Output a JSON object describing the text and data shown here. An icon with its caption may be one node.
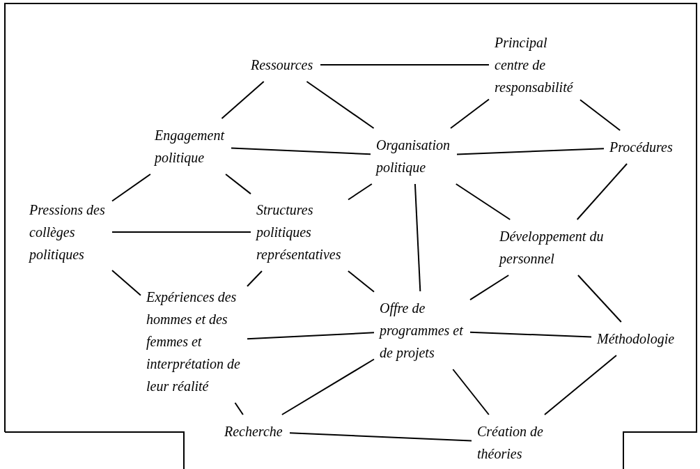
{
  "diagram": {
    "nodes": [
      {
        "text": [
          "Ressources"
        ]
      },
      {
        "text": [
          "Principal centre de responsabilité"
        ]
      },
      {
        "text": [
          "Engagement politique"
        ]
      },
      {
        "text": [
          "Organisation politique"
        ]
      },
      {
        "text": [
          "Procédures"
        ]
      },
      {
        "text": [
          "Pressions des collèges politiques"
        ]
      },
      {
        "text": [
          "Structures politiques représentatives"
        ]
      },
      {
        "text": [
          "Développement du personnel"
        ]
      },
      {
        "text": [
          "Expériences des hommes et des femmes et interprétation de leur réalité"
        ]
      },
      {
        "text": [
          "Offre de programmes et de projets"
        ]
      },
      {
        "text": [
          "Méthodologie"
        ]
      },
      {
        "text": [
          "Recherche"
        ]
      },
      {
        "text": [
          "Création de théories"
        ]
      }
    ],
    "edges": [
      {
        "from": 0,
        "to": 1,
        "arrow": "none"
      },
      {
        "from": 0,
        "to": 2,
        "arrow": "none"
      },
      {
        "from": 0,
        "to": 3,
        "arrow": "none"
      },
      {
        "from": 1,
        "to": 3,
        "arrow": "none"
      },
      {
        "from": 1,
        "to": 4,
        "arrow": "none"
      },
      {
        "from": 2,
        "to": 3,
        "arrow": "none"
      },
      {
        "from": 3,
        "to": 4,
        "arrow": "none"
      },
      {
        "from": 2,
        "to": 5,
        "arrow": "none"
      },
      {
        "from": 2,
        "to": 6,
        "arrow": "none"
      },
      {
        "from": 3,
        "to": 6,
        "arrow": "none"
      },
      {
        "from": 3,
        "to": 7,
        "arrow": "none"
      },
      {
        "from": 3,
        "to": 9,
        "arrow": "none"
      },
      {
        "from": 4,
        "to": 7,
        "arrow": "none"
      },
      {
        "from": 5,
        "to": 6,
        "arrow": "none"
      },
      {
        "from": 5,
        "to": 8,
        "arrow": "none"
      },
      {
        "from": 6,
        "to": 8,
        "arrow": "none"
      },
      {
        "from": 6,
        "to": 9,
        "arrow": "none"
      },
      {
        "from": 7,
        "to": 9,
        "arrow": "none"
      },
      {
        "from": 7,
        "to": 10,
        "arrow": "none"
      },
      {
        "from": 8,
        "to": 9,
        "arrow": "none"
      },
      {
        "from": 9,
        "to": 10,
        "arrow": "none"
      },
      {
        "from": 8,
        "to": 11,
        "arrow": "none"
      },
      {
        "from": 9,
        "to": 11,
        "arrow": "none"
      },
      {
        "from": 9,
        "to": 12,
        "arrow": "none"
      },
      {
        "from": 10,
        "to": 12,
        "arrow": "none"
      },
      {
        "from": 11,
        "to": 12,
        "arrow": "none"
      }
    ]
  }
}
